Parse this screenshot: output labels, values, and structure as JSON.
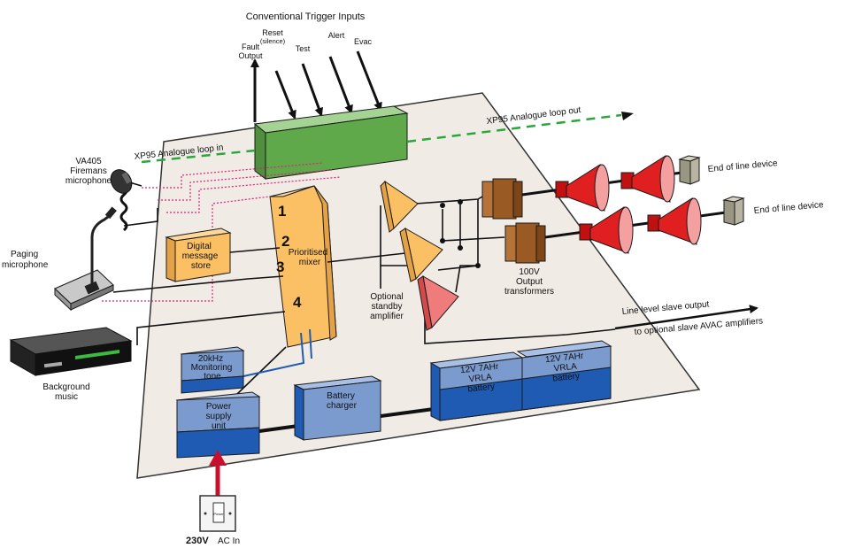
{
  "trigger_inputs": {
    "title": "Conventional Trigger Inputs",
    "fault_output": [
      "Fault",
      "Output"
    ],
    "reset": [
      "Reset",
      "(silence)"
    ],
    "test": "Test",
    "alert": "Alert",
    "evac": "Evac"
  },
  "loop": {
    "in_label": "XP95 Analogue loop in",
    "out_label": "XP95 Analogue loop out"
  },
  "firemans_mic": [
    "VA405",
    "Firemans",
    "microphone"
  ],
  "paging_mic": [
    "Paging",
    "microphone"
  ],
  "background_music": [
    "Background",
    "music"
  ],
  "digital_store": [
    "Digital",
    "message",
    "store"
  ],
  "mixer": {
    "label": [
      "Prioritised",
      "mixer"
    ],
    "inputs": [
      "1",
      "2",
      "3",
      "4"
    ]
  },
  "standby_amp": [
    "Optional",
    "standby",
    "amplifier"
  ],
  "transformers": [
    "100V",
    "Output",
    "transformers"
  ],
  "eol_top": "End of line device",
  "eol_bottom": "End of line device",
  "slave": {
    "line1": "Line level slave output",
    "line2": "to optional slave AVAC amplifiers"
  },
  "monitor_tone": [
    "20kHz",
    "Monitoring",
    "tone"
  ],
  "psu": [
    "Power",
    "supply",
    "unit"
  ],
  "charger": [
    "Battery",
    "charger"
  ],
  "battery1": [
    "12V 7AHr",
    "VRLA",
    "battery"
  ],
  "battery2": [
    "12V 7AHr",
    "VRLA",
    "battery"
  ],
  "ac_in": {
    "voltage": "230V",
    "suffix": "AC In",
    "switch_text": "Power"
  },
  "colors": {
    "board": "#f1ebe6",
    "green": "#5fa94b",
    "orange": "#fcc064",
    "blue": "#7b9bcf",
    "dark_blue": "#1f5bb3",
    "red": "#e02020",
    "pink": "#e0207a",
    "brown": "#9a5a24"
  }
}
